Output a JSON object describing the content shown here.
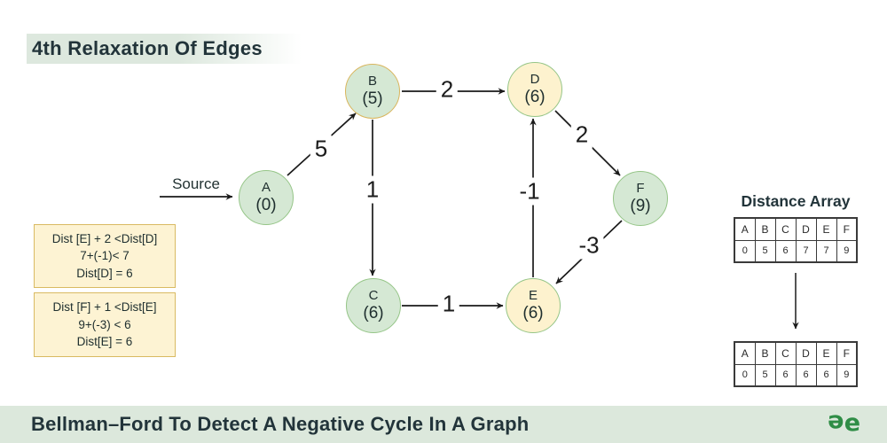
{
  "header": {
    "title": "4th Relaxation Of Edges"
  },
  "source": {
    "label": "Source"
  },
  "graph": {
    "nodes": {
      "a": {
        "label": "A",
        "dist": "(0)"
      },
      "b": {
        "label": "B",
        "dist": "(5)"
      },
      "c": {
        "label": "C",
        "dist": "(6)"
      },
      "d": {
        "label": "D",
        "dist": "(6)"
      },
      "e": {
        "label": "E",
        "dist": "(6)"
      },
      "f": {
        "label": "F",
        "dist": "(9)"
      }
    },
    "weights": {
      "ab": "5",
      "bd": "2",
      "bc": "1",
      "df": "2",
      "fe": "-3",
      "ed": "-1",
      "ce": "1"
    }
  },
  "calc_boxes": [
    {
      "lines": [
        "Dist [E] + 2 <Dist[D]",
        "7+(-1)< 7",
        "Dist[D] = 6"
      ]
    },
    {
      "lines": [
        "Dist [F] + 1 <Dist[E]",
        "9+(-3) < 6",
        "Dist[E] = 6"
      ]
    }
  ],
  "distance_array": {
    "title": "Distance Array",
    "headers": [
      "A",
      "B",
      "C",
      "D",
      "E",
      "F"
    ],
    "before": [
      "0",
      "5",
      "6",
      "7",
      "7",
      "9"
    ],
    "after": [
      "0",
      "5",
      "6",
      "6",
      "6",
      "9"
    ]
  },
  "footer": {
    "title": "Bellman–Ford To Detect A Negative Cycle In A Graph",
    "logo_glyph": "e"
  },
  "colors": {
    "node_green_fill": "#d5e8d4",
    "node_yellow_fill": "#fdf2ce",
    "node_green_border": "#95c587",
    "node_tan_border": "#d9b55c",
    "calc_box_fill": "#fdf3d3",
    "calc_box_border": "#d9ba62",
    "footer_bg": "#dce8dc",
    "brand_green": "#2f8d46",
    "edge_stroke": "#1a1a1a"
  }
}
